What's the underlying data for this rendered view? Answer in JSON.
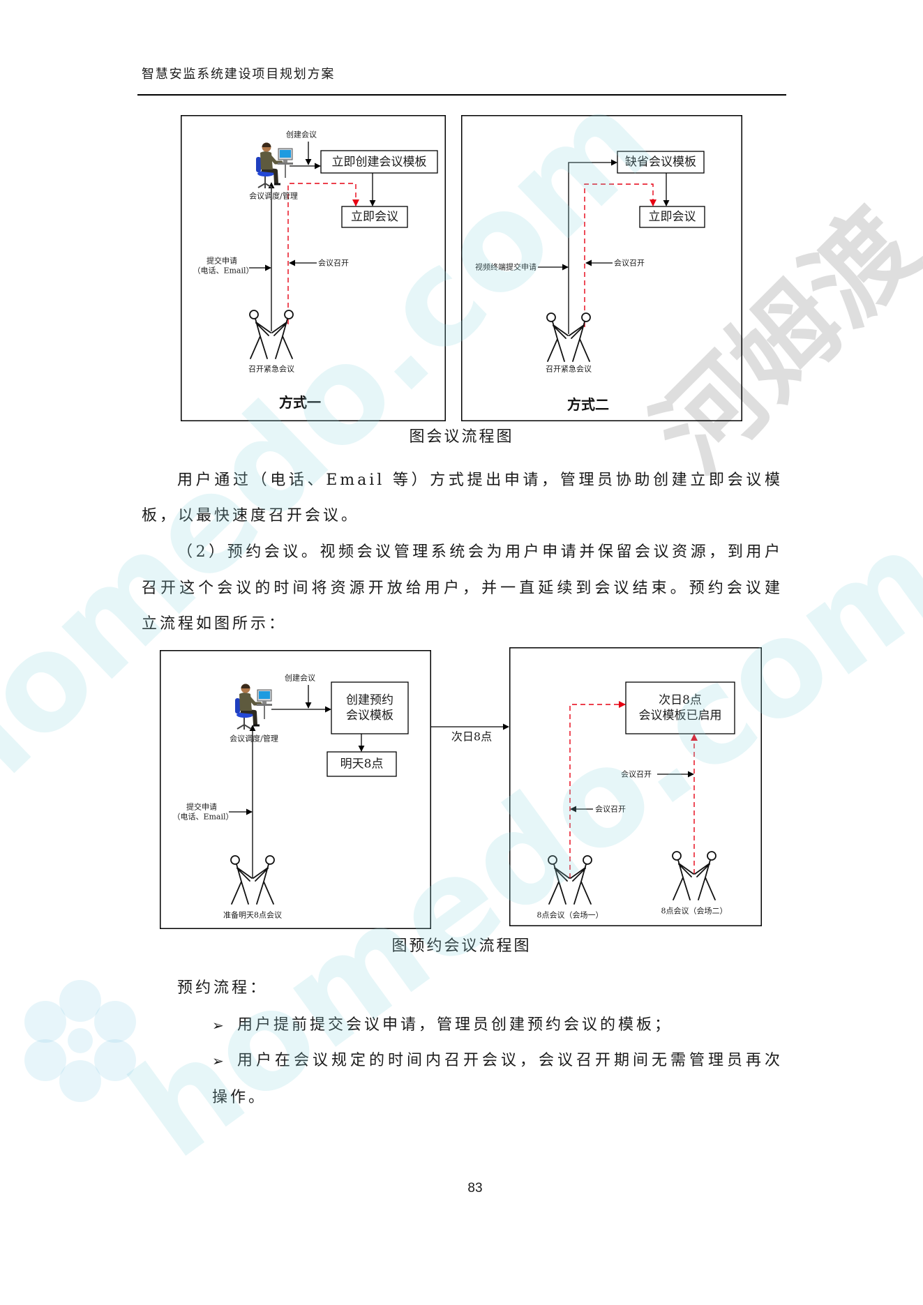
{
  "header": {
    "title": "智慧安监系统建设项目规划方案"
  },
  "figure1": {
    "caption": "图会议流程图",
    "method1": {
      "title": "方式一",
      "create_meeting": "创建会议",
      "template_box": "立即创建会议模板",
      "operator_label": "会议调度/管理",
      "instant_box": "立即会议",
      "submit_label": "提交申请",
      "submit_channels": "（电话、Email）",
      "open_label": "会议召开",
      "participants_label": "召开紧急会议"
    },
    "method2": {
      "title": "方式二",
      "template_box": "缺省会议模板",
      "instant_box": "立即会议",
      "submit_label": "视频终端提交申请",
      "open_label": "会议召开",
      "participants_label": "召开紧急会议"
    }
  },
  "paragraph1": {
    "lines": [
      "用户通过（电话、Email 等）方式提出申请，管理员协助创建立即会议模",
      "板，以最快速度召开会议。"
    ]
  },
  "paragraph2": {
    "lines": [
      "（2）预约会议。视频会议管理系统会为用户申请并保留会议资源，到用户",
      "召开这个会议的时间将资源开放给用户，并一直延续到会议结束。预约会议建",
      "立流程如图所示："
    ]
  },
  "figure2": {
    "caption": "图预约会议流程图",
    "left": {
      "create_meeting": "创建会议",
      "template_box_line1": "创建预约",
      "template_box_line2": "会议模板",
      "operator_label": "会议调度/管理",
      "schedule_box": "明天8点",
      "submit_label": "提交申请",
      "submit_channels": "（电话、Email）",
      "participants_label": "准备明天8点会议"
    },
    "transition_label": "次日8点",
    "right": {
      "template_box_line1": "次日8点",
      "template_box_line2": "会议模板已启用",
      "open_label_upper": "会议召开",
      "open_label_lower": "会议召开",
      "venue1_label": "8点会议（会场一）",
      "venue2_label": "8点会议（会场二）"
    }
  },
  "process": {
    "heading": "预约流程：",
    "bullet_symbol": "➢",
    "items": [
      {
        "lines": [
          "用户提前提交会议申请，管理员创建预约会议的模板；"
        ]
      },
      {
        "lines": [
          "用户在会议规定的时间内召开会议，会议召开期间无需管理员再次",
          "操作。"
        ]
      }
    ]
  },
  "page_number": "83",
  "watermarks": {
    "site": "homedo.com",
    "brand": "河姆渡"
  },
  "icons": {
    "operator": "person-at-computer-icon",
    "participants": "two-people-icon",
    "bullet": "arrowhead-bullet-icon"
  },
  "colors": {
    "text": "#1a1a1a",
    "flow_line": "#000000",
    "dashed_flow": "#e60012",
    "operator_chair": "#2448d6",
    "monitor_screen": "#1e9be0"
  }
}
